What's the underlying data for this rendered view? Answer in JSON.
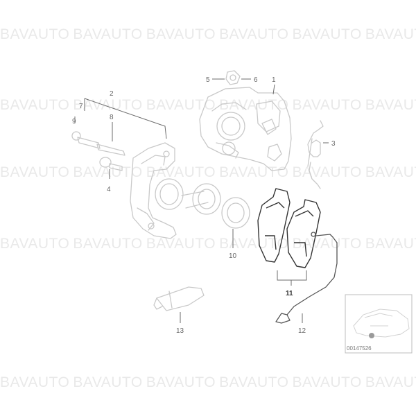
{
  "watermark": {
    "text": "BAVAUTO",
    "color": "#e9e9e9"
  },
  "diagram": {
    "part_numbers": [
      "1",
      "2",
      "3",
      "4",
      "5",
      "6",
      "7",
      "8",
      "9",
      "10",
      "11",
      "13",
      "12"
    ],
    "inset_code": "00147526",
    "line_color": "#6b6b6b",
    "part_color": "#c9c9c9",
    "highlight_color": "#333333"
  }
}
